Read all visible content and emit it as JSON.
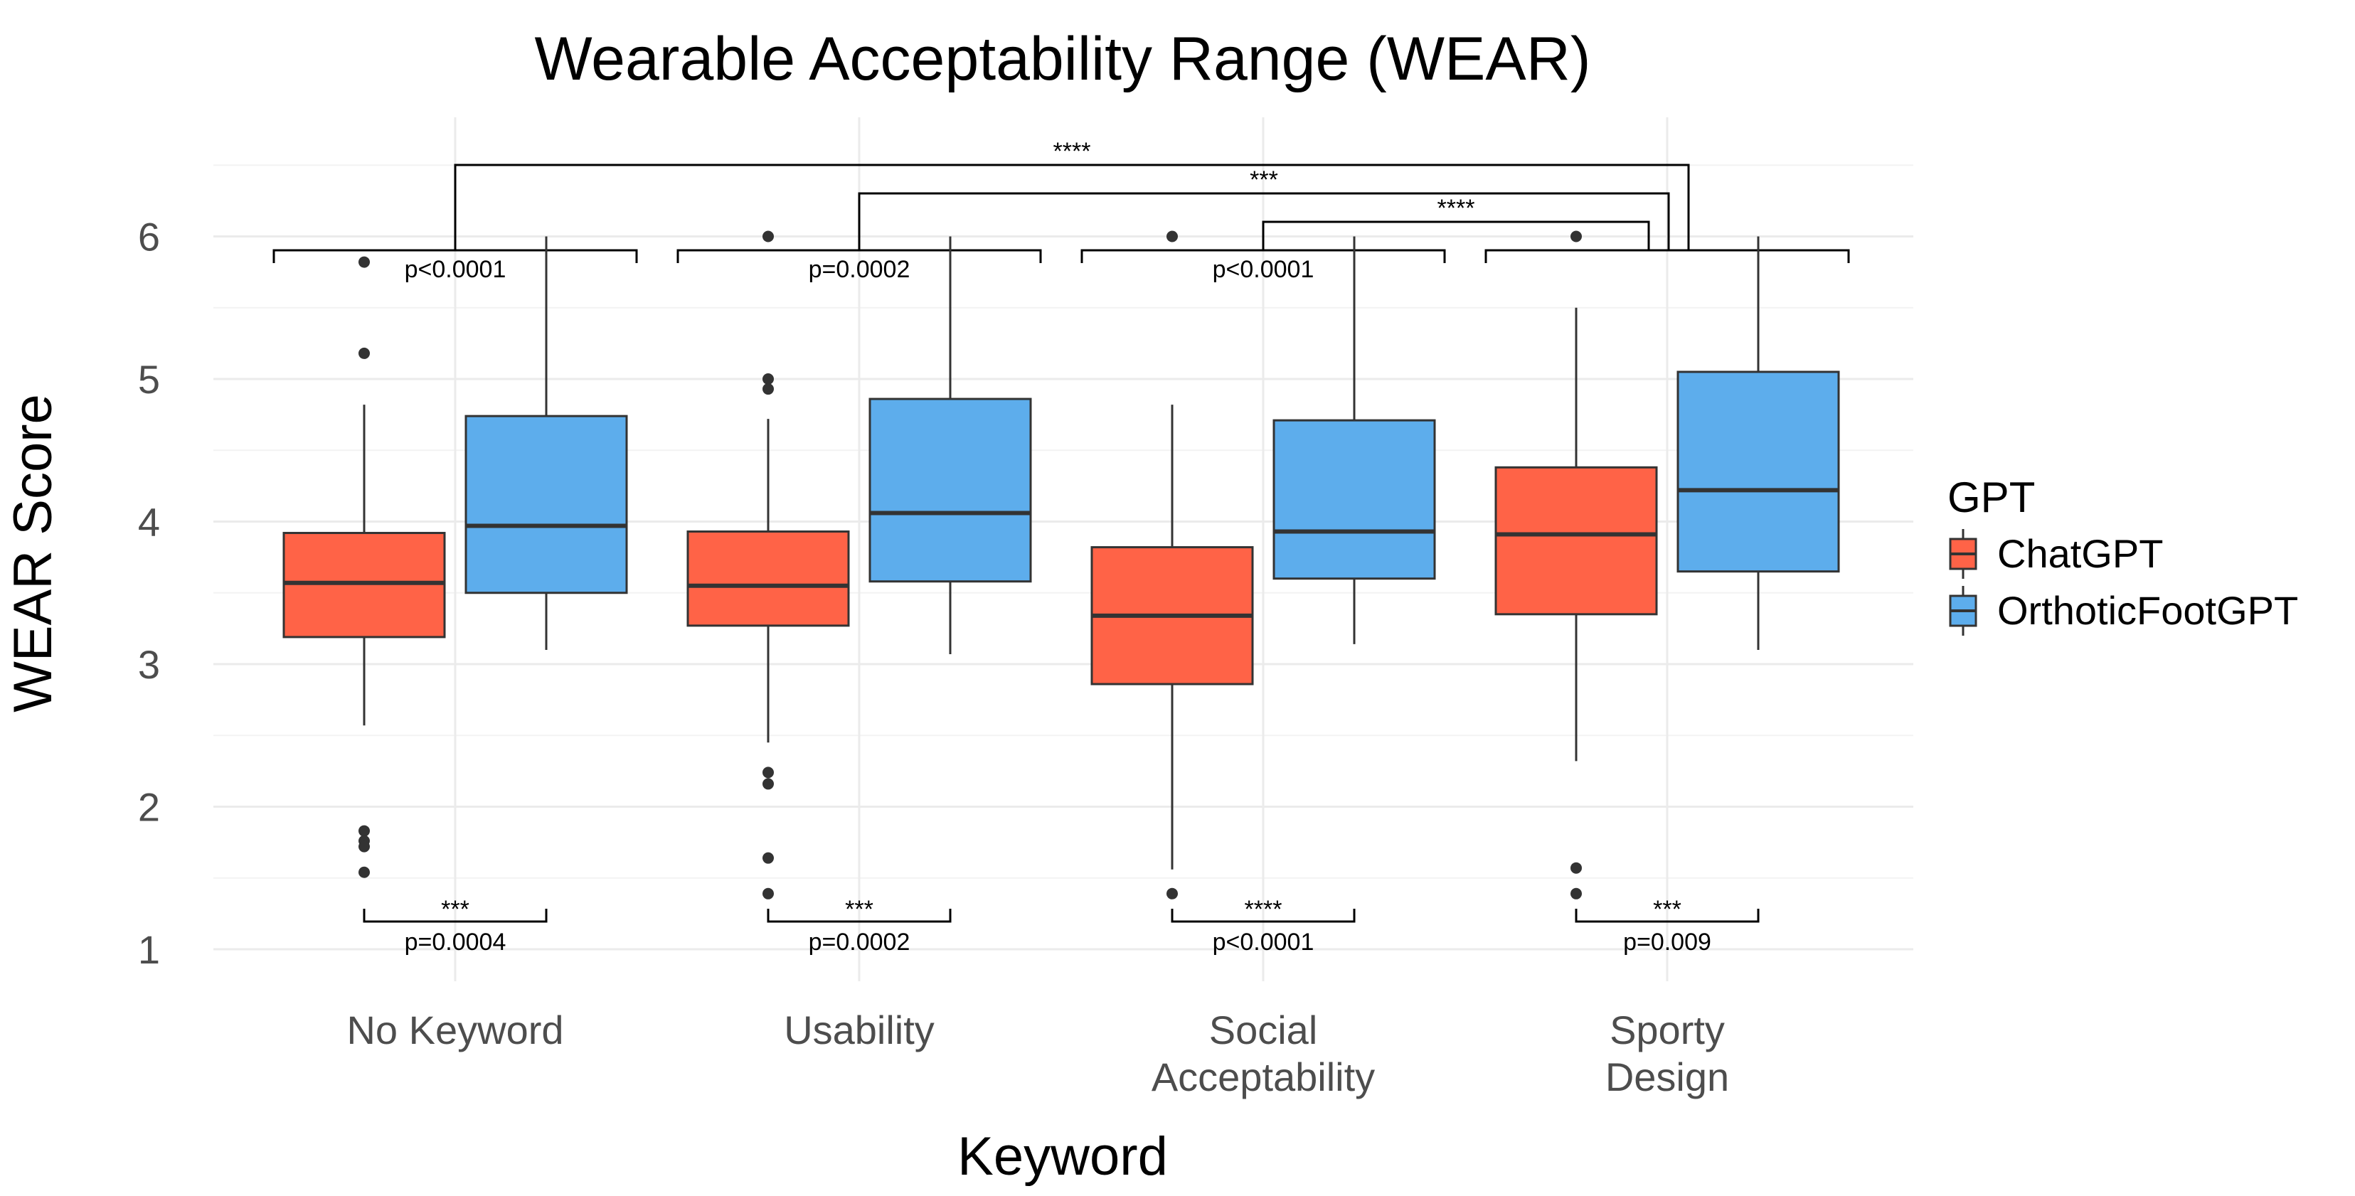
{
  "chart_data": {
    "type": "box",
    "title": "Wearable Acceptability Range (WEAR)",
    "xlabel": "Keyword",
    "ylabel": "WEAR Score",
    "ylim": [
      0.85,
      6.7
    ],
    "yticks": [
      1,
      2,
      3,
      4,
      5,
      6
    ],
    "categories": [
      {
        "lines": [
          "No Keyword"
        ]
      },
      {
        "lines": [
          "Usability"
        ]
      },
      {
        "lines": [
          "Social",
          "Acceptability"
        ]
      },
      {
        "lines": [
          "Sporty",
          "Design"
        ]
      }
    ],
    "grid": true,
    "legend": {
      "title": "GPT",
      "position": "right",
      "entries": [
        {
          "label": "ChatGPT",
          "color": "#FF6347"
        },
        {
          "label": "OrthoticFootGPT",
          "color": "#5DADEC"
        }
      ]
    },
    "series": [
      {
        "name": "ChatGPT",
        "color": "#FF6347",
        "boxes": [
          {
            "low": 2.57,
            "q1": 3.19,
            "median": 3.57,
            "q3": 3.92,
            "high": 4.82,
            "outliers": [
              5.82,
              5.18,
              1.83,
              1.76,
              1.72,
              1.54
            ]
          },
          {
            "low": 2.45,
            "q1": 3.27,
            "median": 3.55,
            "q3": 3.93,
            "high": 4.72,
            "outliers": [
              6.0,
              5.0,
              4.93,
              2.24,
              2.16,
              1.64,
              1.39
            ]
          },
          {
            "low": 1.56,
            "q1": 2.86,
            "median": 3.34,
            "q3": 3.82,
            "high": 4.82,
            "outliers": [
              6.0,
              1.39
            ]
          },
          {
            "low": 2.32,
            "q1": 3.35,
            "median": 3.91,
            "q3": 4.38,
            "high": 5.5,
            "outliers": [
              6.0,
              1.57,
              1.39
            ]
          }
        ]
      },
      {
        "name": "OrthoticFootGPT",
        "color": "#5DADEC",
        "boxes": [
          {
            "low": 3.1,
            "q1": 3.5,
            "median": 3.97,
            "q3": 4.74,
            "high": 6.0,
            "outliers": []
          },
          {
            "low": 3.07,
            "q1": 3.58,
            "median": 4.06,
            "q3": 4.86,
            "high": 6.0,
            "outliers": []
          },
          {
            "low": 3.14,
            "q1": 3.6,
            "median": 3.93,
            "q3": 4.71,
            "high": 6.0,
            "outliers": []
          },
          {
            "low": 3.1,
            "q1": 3.65,
            "median": 4.22,
            "q3": 5.05,
            "high": 6.0,
            "outliers": []
          }
        ]
      }
    ],
    "annotations": {
      "within_group": [
        {
          "category": 0,
          "stars": "***",
          "p": "p=0.0004"
        },
        {
          "category": 1,
          "stars": "***",
          "p": "p=0.0002"
        },
        {
          "category": 2,
          "stars": "****",
          "p": "p<0.0001"
        },
        {
          "category": 3,
          "stars": "***",
          "p": "p=0.009"
        }
      ],
      "group_pvalues": [
        {
          "category": 0,
          "p": "p<0.0001"
        },
        {
          "category": 1,
          "p": "p=0.0002"
        },
        {
          "category": 2,
          "p": "p<0.0001"
        }
      ],
      "between_groups": [
        {
          "from": 0,
          "to": 3,
          "stars": "****"
        },
        {
          "from": 1,
          "to": 3,
          "stars": "***"
        },
        {
          "from": 2,
          "to": 3,
          "stars": "****"
        }
      ]
    }
  }
}
